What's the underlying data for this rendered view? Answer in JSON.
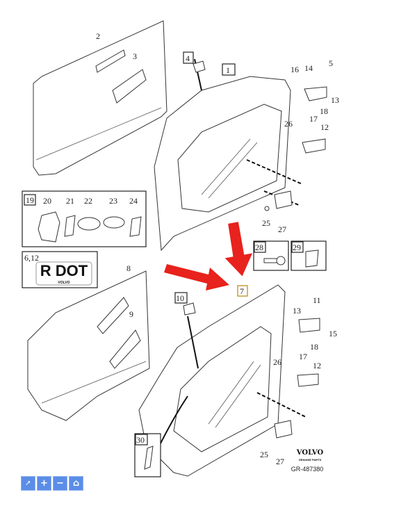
{
  "diagram": {
    "callouts_top": [
      "2",
      "3",
      "4",
      "1",
      "16",
      "14",
      "5",
      "13",
      "18",
      "17",
      "26",
      "12",
      "25",
      "27"
    ],
    "kit_box": {
      "id": "19",
      "items": [
        "20",
        "21",
        "22",
        "23",
        "24"
      ]
    },
    "label_box": {
      "id": "6,12",
      "text": "R DOT",
      "brand": "VOLVO"
    },
    "callouts_bottom": [
      "8",
      "9",
      "28",
      "29",
      "10",
      "7",
      "13",
      "11",
      "15",
      "18",
      "17",
      "26",
      "12",
      "30",
      "25",
      "27"
    ],
    "brand": {
      "name": "VOLVO",
      "sub": "GENUINE PARTS",
      "ref": "GR-487380"
    },
    "arrow_color": "#e8221c"
  },
  "toolbar": {
    "icons": [
      "pointer-icon",
      "zoom-in-icon",
      "zoom-out-icon",
      "home-icon"
    ],
    "plus": "+",
    "minus": "−",
    "home": "⌂",
    "pointer": "➚"
  }
}
